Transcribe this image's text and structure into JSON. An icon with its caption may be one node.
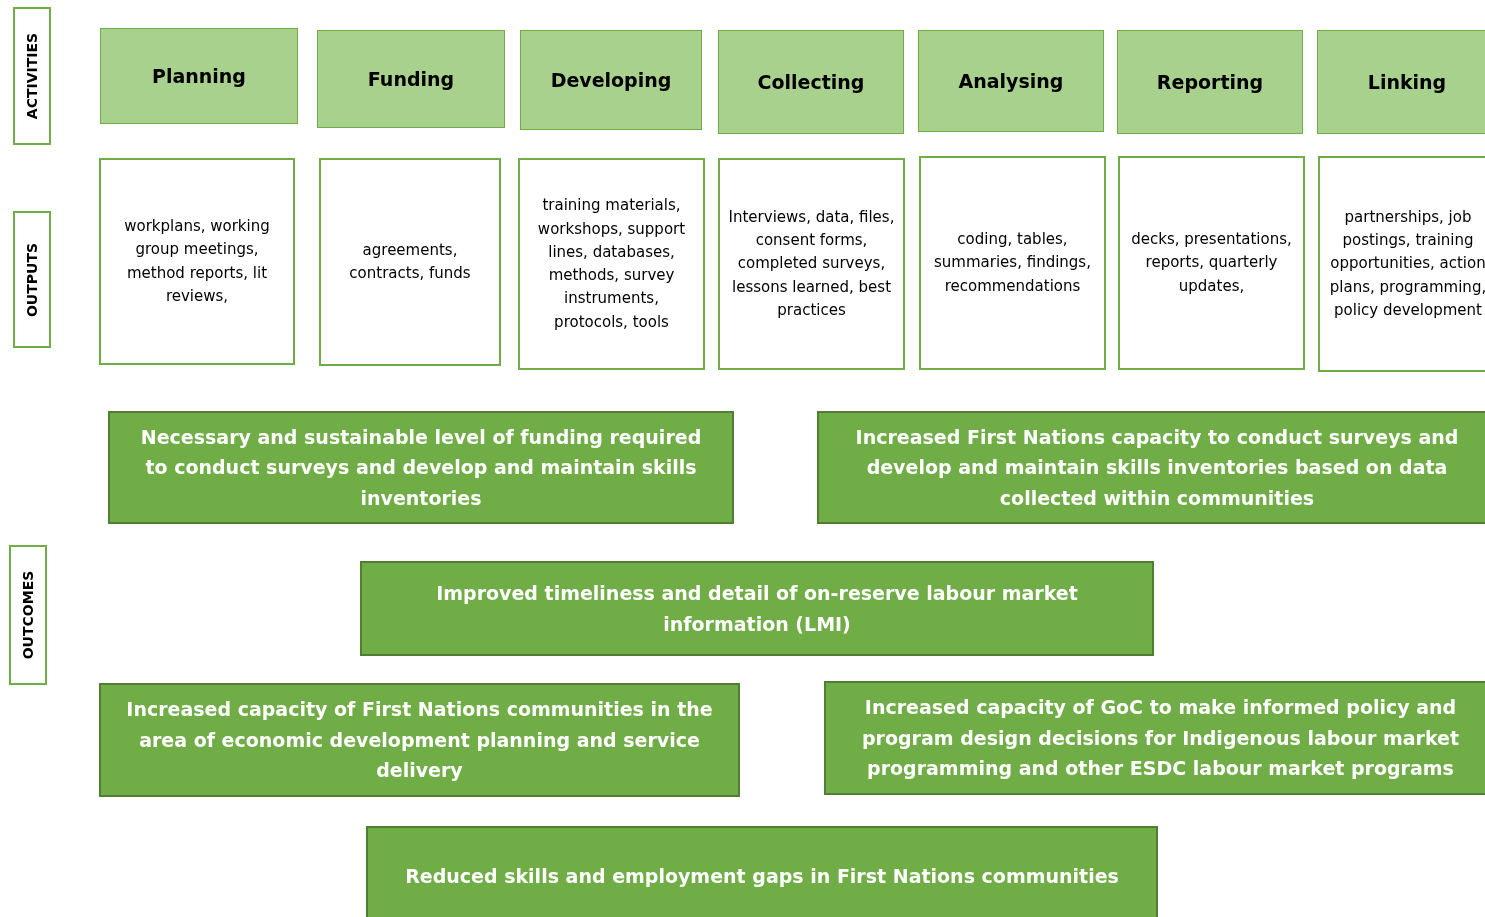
{
  "diagram": {
    "nodes": [
      {
        "text": [
          "ACTIVITIES"
        ]
      },
      {
        "text": [
          "Planning"
        ]
      },
      {
        "text": [
          "Funding"
        ]
      },
      {
        "text": [
          "Developing"
        ]
      },
      {
        "text": [
          "Collecting"
        ]
      },
      {
        "text": [
          "Analysing"
        ]
      },
      {
        "text": [
          "Reporting"
        ]
      },
      {
        "text": [
          "Linking"
        ]
      },
      {
        "text": [
          "OUTPUTS"
        ]
      },
      {
        "text": [
          "workplans, working group meetings, method reports, lit reviews,"
        ]
      },
      {
        "text": [
          "agreements, contracts, funds"
        ]
      },
      {
        "text": [
          "training materials, workshops, support lines, databases, methods, survey instruments, protocols, tools"
        ]
      },
      {
        "text": [
          "Interviews, data, files, consent forms, completed surveys, lessons learned, best practices"
        ]
      },
      {
        "text": [
          "coding, tables, summaries, findings, recommendations"
        ]
      },
      {
        "text": [
          "decks, presentations, reports, quarterly updates,"
        ]
      },
      {
        "text": [
          "partnerships, job postings, training opportunities, action plans, programming, policy development"
        ]
      },
      {
        "text": [
          "OUTCOMES"
        ]
      },
      {
        "text": [
          "Necessary and sustainable level of funding required to conduct surveys and develop and maintain skills inventories"
        ]
      },
      {
        "text": [
          "Increased First Nations capacity to conduct surveys and develop and maintain skills inventories based on data collected within communities"
        ]
      },
      {
        "text": [
          "Improved timeliness and detail of on-reserve labour market information (LMI)"
        ]
      },
      {
        "text": [
          "Increased capacity of First Nations communities in the area of economic development planning and service delivery"
        ]
      },
      {
        "text": [
          "Increased capacity of GoC to make informed policy and program design decisions for Indigenous labour market programming and other ESDC labour market programs"
        ]
      },
      {
        "text": [
          "Reduced skills and employment gaps in First Nations communities"
        ]
      }
    ]
  }
}
